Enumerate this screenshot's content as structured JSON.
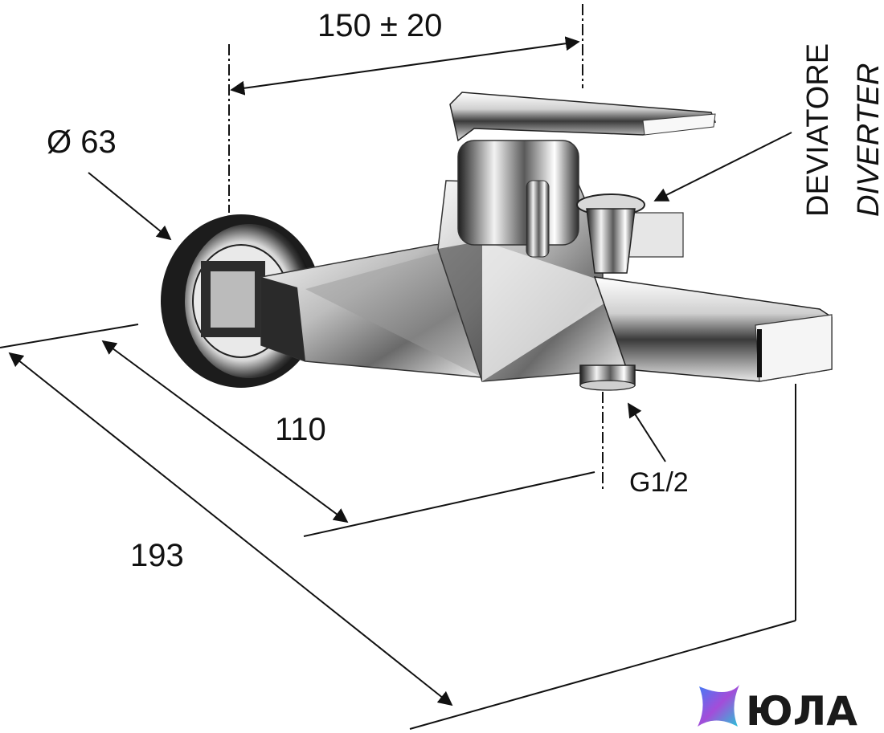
{
  "dimensions": {
    "spacing": "150 ± 20",
    "rosette_diameter": "Ø 63",
    "spout_depth": "110",
    "total_depth": "193"
  },
  "labels": {
    "diverter_it": "DEVIATORE",
    "diverter_en": "DIVERTER",
    "outlet_thread": "G1/2"
  },
  "logo": {
    "text": "ЮЛА"
  },
  "colors": {
    "line": "#111111",
    "chrome_dark": "#2b2b2b",
    "chrome_light": "#f4f4f4",
    "logo_gradient": [
      "#3f7cf7",
      "#a34dd9",
      "#27c6d8"
    ]
  }
}
